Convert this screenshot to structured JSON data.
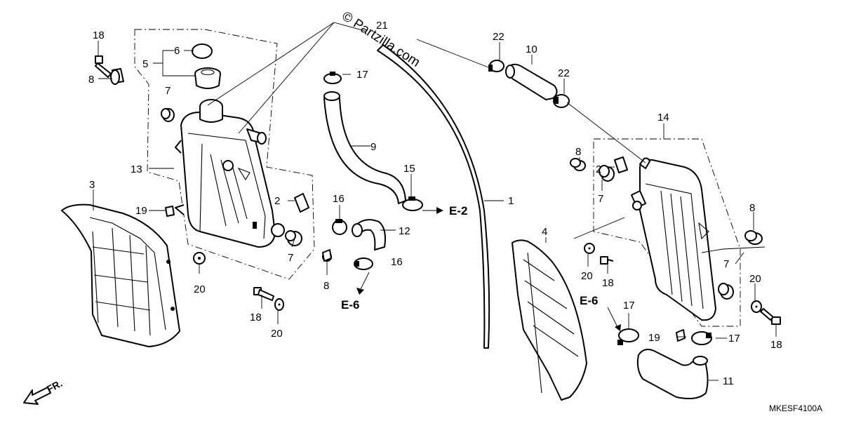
{
  "watermark": "© Partzilla.com",
  "diagram_code": "MKESF4100A",
  "direction": {
    "label": "FR."
  },
  "references": [
    "E-2",
    "E-6",
    "E-6"
  ],
  "callouts": {
    "l18a": "18",
    "l8a": "8",
    "l6": "6",
    "l5": "5",
    "l7a": "7",
    "l13": "13",
    "l3": "3",
    "l19a": "19",
    "l20a": "20",
    "l18b": "18",
    "l20b": "20",
    "l21": "21",
    "l17a": "17",
    "l9": "9",
    "l2a": "2",
    "l16a": "16",
    "l7b": "7",
    "l8b": "8",
    "l12": "12",
    "l16b": "16",
    "l15": "15",
    "l1": "1",
    "l22a": "22",
    "l10": "10",
    "l22b": "22",
    "l14": "14",
    "l8c": "8",
    "l2b": "2",
    "l7c": "7",
    "l4": "4",
    "l20c": "20",
    "l18c": "18",
    "l17b": "17",
    "l19b": "19",
    "l17c": "17",
    "l11": "11",
    "l8d": "8",
    "l7d": "7",
    "l20d": "20",
    "l18d": "18"
  }
}
